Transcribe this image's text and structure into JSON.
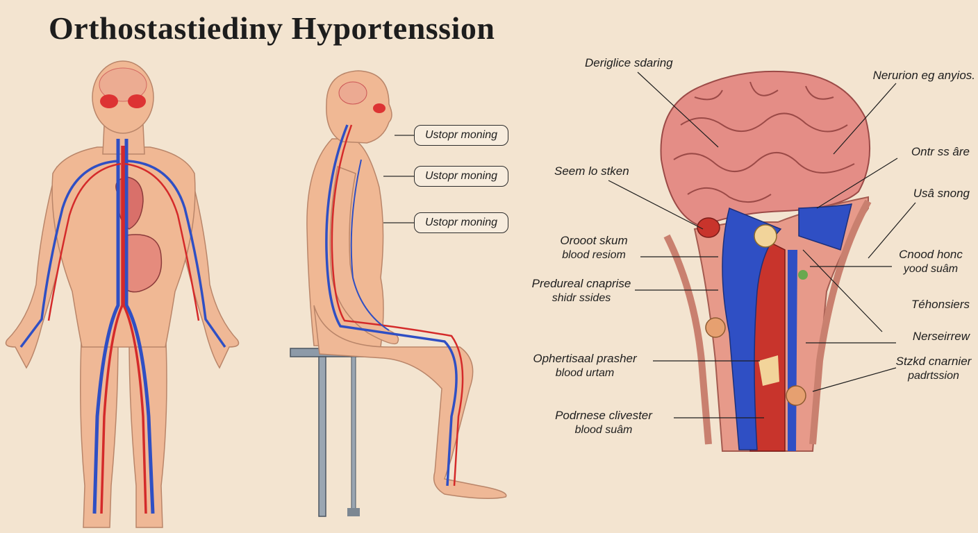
{
  "title": "Orthostastiediny Hyportenssion",
  "colors": {
    "background": "#f3e4d0",
    "skin": "#f0b894",
    "artery": "#d42a2a",
    "vein": "#2f4fc4",
    "brain": "#e48d86"
  },
  "figure_standing": {
    "icons": [
      "standing-body-figure",
      "heart-organ",
      "intestines"
    ]
  },
  "figure_sitting": {
    "labels": [
      "Ustopr moning",
      "Ustopr moning",
      "Ustopr moning"
    ],
    "icons": [
      "sitting-body-figure",
      "stool"
    ]
  },
  "brain_panel": {
    "left_labels": [
      [
        "Deriglice sdaring"
      ],
      [
        "Seem lo stken"
      ],
      [
        "Orooot skum",
        "blood resiom"
      ],
      [
        "Predureal cnaprise",
        "shidr ssides"
      ],
      [
        "Ophertisaal prasher",
        "blood urtam"
      ],
      [
        "Podrnese clivester",
        "blood suâm"
      ]
    ],
    "right_labels": [
      [
        "Nerurion eg anyios."
      ],
      [
        "Ontr ss âre"
      ],
      [
        "Usâ snong"
      ],
      [
        "Cnood honc",
        "yood suâm"
      ],
      [
        "Téhonsiers"
      ],
      [
        "Nerseirrew"
      ],
      [
        "Stzkd cnarnier",
        "padrtssion"
      ]
    ],
    "icons": [
      "brain",
      "brainstem-cross-section",
      "spine"
    ]
  }
}
